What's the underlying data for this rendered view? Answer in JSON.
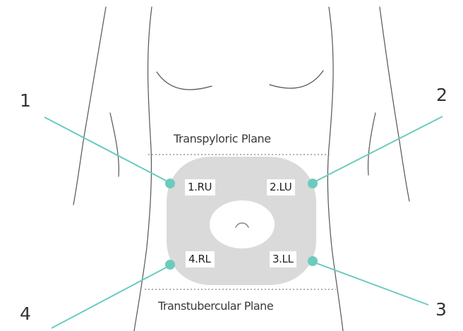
{
  "callouts": {
    "n1": "1",
    "n2": "2",
    "n3": "3",
    "n4": "4"
  },
  "planes": {
    "transpyloric": "Transpyloric Plane",
    "transtubercular": "Transtubercular Plane"
  },
  "quadrants": {
    "ru": "1.RU",
    "lu": "2.LU",
    "ll": "3.LL",
    "rl": "4.RL"
  },
  "colors": {
    "leader_line": "#6ccbbf",
    "quadrant_disc": "#dadada",
    "body_outline": "#555555",
    "plane_line": "#999999"
  }
}
